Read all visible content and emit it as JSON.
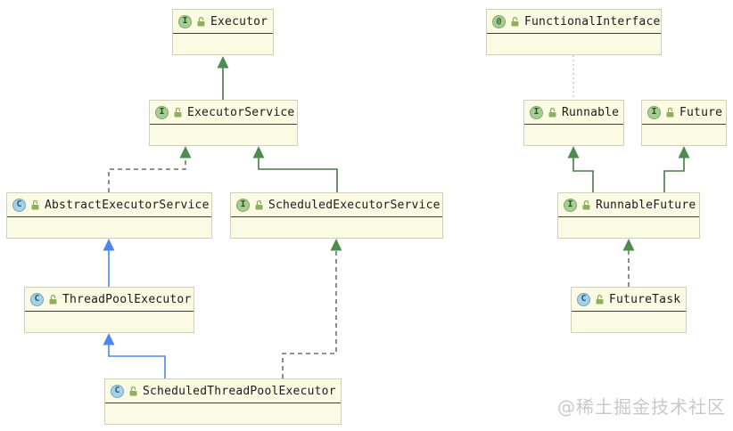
{
  "diagram": {
    "kind": "uml-class-diagram",
    "nodes": [
      {
        "label": "Executor",
        "stereotype": "interface"
      },
      {
        "label": "FunctionalInterface",
        "stereotype": "annotation"
      },
      {
        "label": "ExecutorService",
        "stereotype": "interface"
      },
      {
        "label": "Runnable",
        "stereotype": "interface"
      },
      {
        "label": "Future",
        "stereotype": "interface"
      },
      {
        "label": "AbstractExecutorService",
        "stereotype": "class"
      },
      {
        "label": "ScheduledExecutorService",
        "stereotype": "interface"
      },
      {
        "label": "RunnableFuture",
        "stereotype": "interface"
      },
      {
        "label": "ThreadPoolExecutor",
        "stereotype": "class"
      },
      {
        "label": "FutureTask",
        "stereotype": "class"
      },
      {
        "label": "ScheduledThreadPoolExecutor",
        "stereotype": "class"
      }
    ],
    "edges": [
      {
        "from": "ExecutorService",
        "to": "Executor",
        "relation": "extends",
        "style": "solid-green"
      },
      {
        "from": "AbstractExecutorService",
        "to": "ExecutorService",
        "relation": "implements",
        "style": "dashed-dark"
      },
      {
        "from": "ScheduledExecutorService",
        "to": "ExecutorService",
        "relation": "extends",
        "style": "solid-green"
      },
      {
        "from": "ThreadPoolExecutor",
        "to": "AbstractExecutorService",
        "relation": "extends",
        "style": "solid-blue"
      },
      {
        "from": "ScheduledThreadPoolExecutor",
        "to": "ThreadPoolExecutor",
        "relation": "extends",
        "style": "solid-blue"
      },
      {
        "from": "ScheduledThreadPoolExecutor",
        "to": "ScheduledExecutorService",
        "relation": "implements",
        "style": "dashed-dark"
      },
      {
        "from": "FunctionalInterface",
        "to": "Runnable",
        "relation": "annotates",
        "style": "dotted-gray"
      },
      {
        "from": "RunnableFuture",
        "to": "Runnable",
        "relation": "extends",
        "style": "solid-green"
      },
      {
        "from": "RunnableFuture",
        "to": "Future",
        "relation": "extends",
        "style": "solid-green"
      },
      {
        "from": "FutureTask",
        "to": "RunnableFuture",
        "relation": "implements",
        "style": "dashed-dark"
      }
    ]
  },
  "icons": {
    "interface": "I",
    "class": "C",
    "annotation": "@",
    "visibility": "lock-icon"
  },
  "colors": {
    "node_fill": "#FBFBE3",
    "node_border": "#CFCFBA",
    "header_divider": "#3F3F3F",
    "extends_green": "#477A47",
    "extends_blue": "#4D87EE",
    "implements_dash": "#4A5548",
    "annotation_link": "#BBBBBB"
  },
  "watermark": {
    "text": "@稀土掘金技术社区"
  }
}
